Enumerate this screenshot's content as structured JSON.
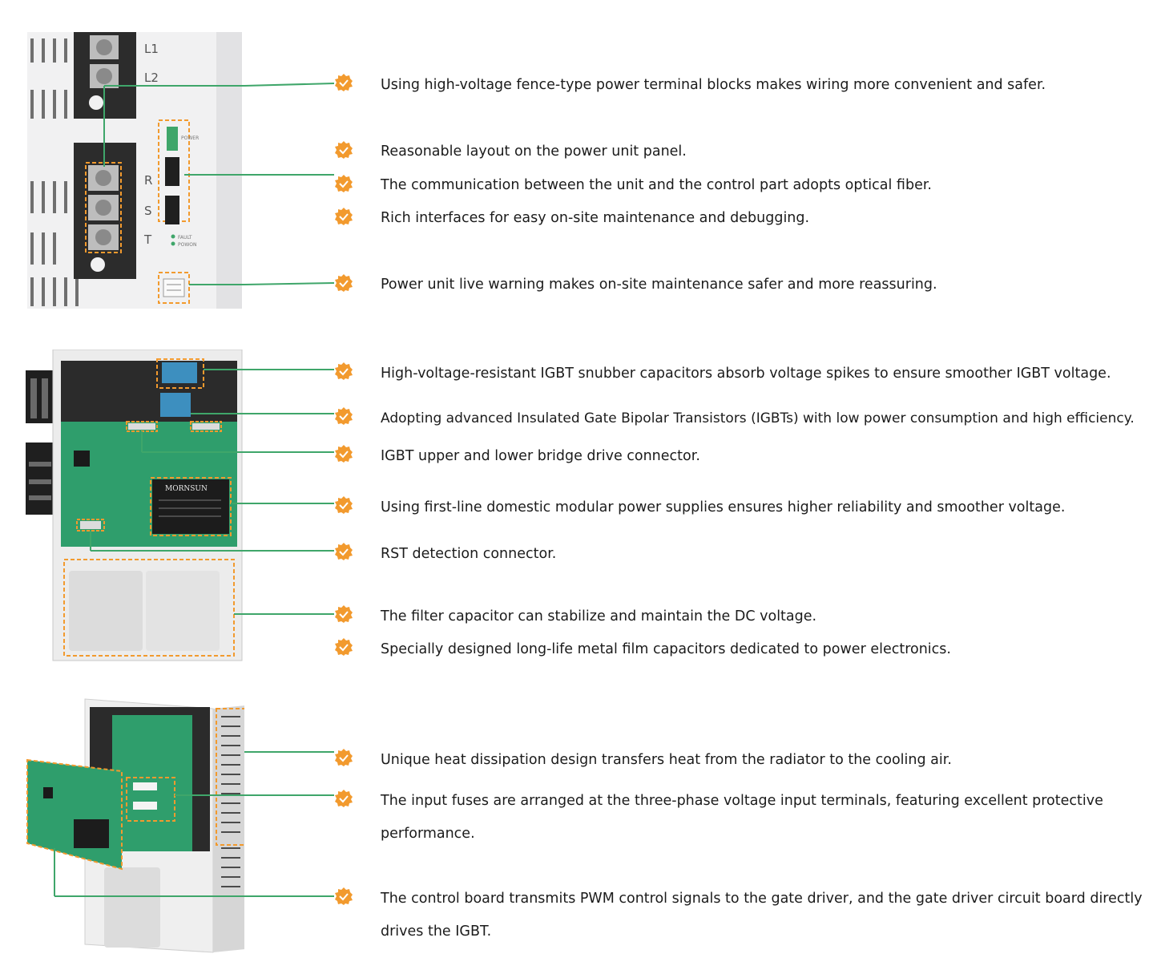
{
  "colors": {
    "accent": "#f29a2e",
    "leader": "#3fa66a",
    "board": "#2f9e6c",
    "terminal": "#2a2a2a",
    "chassis": "#e9e9ea"
  },
  "panel1": {
    "labels": {
      "l1": "L1",
      "l2": "L2",
      "r": "R",
      "s": "S",
      "t": "T",
      "power": "POWER",
      "fault": "FAULT",
      "powon": "POWON"
    },
    "features": [
      "Using high-voltage fence-type power terminal blocks makes wiring more convenient and safer.",
      "Reasonable layout on the power unit panel.",
      "The communication between the unit and the control part adopts optical fiber.",
      "Rich interfaces for easy on-site maintenance and debugging.",
      "Power unit live warning makes on-site maintenance safer and more reassuring."
    ]
  },
  "panel2": {
    "labels": {
      "brand": "MORNSUN"
    },
    "features": [
      "High-voltage-resistant IGBT snubber capacitors absorb voltage spikes to ensure smoother IGBT voltage.",
      "Adopting advanced Insulated Gate Bipolar Transistors (IGBTs) with low power consumption and high efficiency.",
      "IGBT upper and lower bridge drive connector.",
      "Using first-line domestic modular power supplies ensures higher reliability and smoother voltage.",
      "RST detection connector.",
      "The filter capacitor can stabilize and maintain the DC voltage.",
      "Specially designed long-life metal film capacitors dedicated to power electronics."
    ]
  },
  "panel3": {
    "features": [
      "Unique heat dissipation design transfers heat from the radiator to the cooling air.",
      "The input fuses are arranged at the three-phase voltage input terminals, featuring excellent protective performance.",
      "The control board transmits PWM control signals to the gate driver, and the gate driver circuit board directly drives the IGBT."
    ]
  },
  "icons": {
    "badge": "checkmark-badge-icon"
  }
}
